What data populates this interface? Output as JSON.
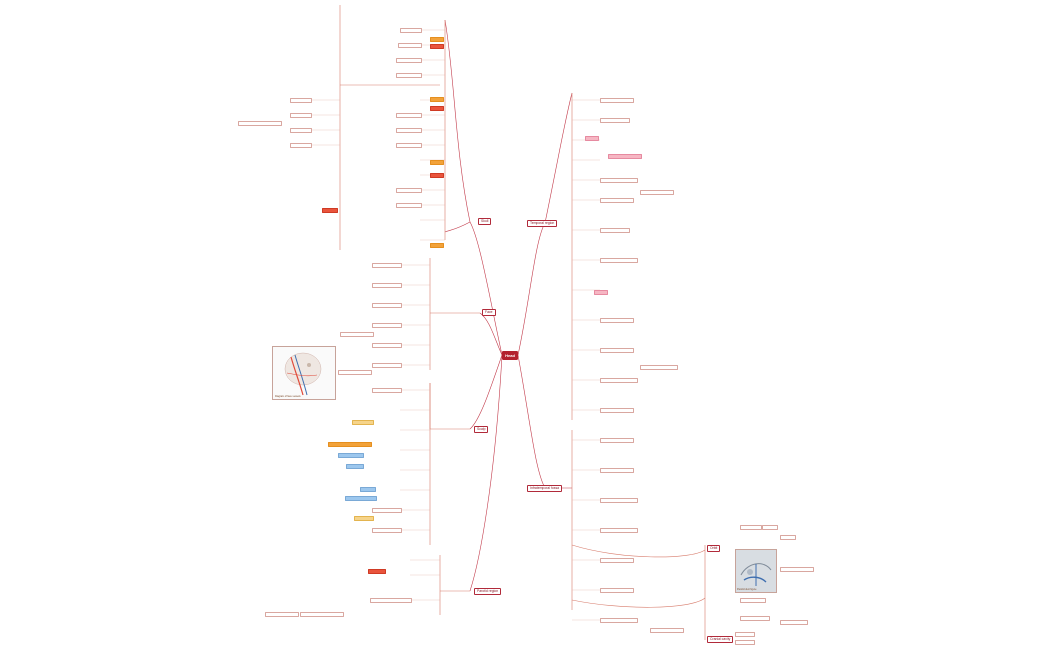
{
  "root": {
    "label": "Head"
  },
  "branches": [
    {
      "label": "Skull"
    },
    {
      "label": "Face"
    },
    {
      "label": "Scalp"
    },
    {
      "label": "Parotid region"
    },
    {
      "label": "Temporal region"
    },
    {
      "label": "Infratemporal fossa"
    },
    {
      "label": "Orbit"
    },
    {
      "label": "Cranial cavity"
    }
  ],
  "figures": [
    {
      "caption": "Diagram of face vessels"
    },
    {
      "caption": "Parotid duct figure"
    }
  ],
  "colors": {
    "root": "#b3212f",
    "orange": "#f2a23a",
    "red": "#e9543c",
    "pink": "#f6b6c3",
    "blue": "#9cc7ee",
    "yellow": "#f6d48a"
  }
}
